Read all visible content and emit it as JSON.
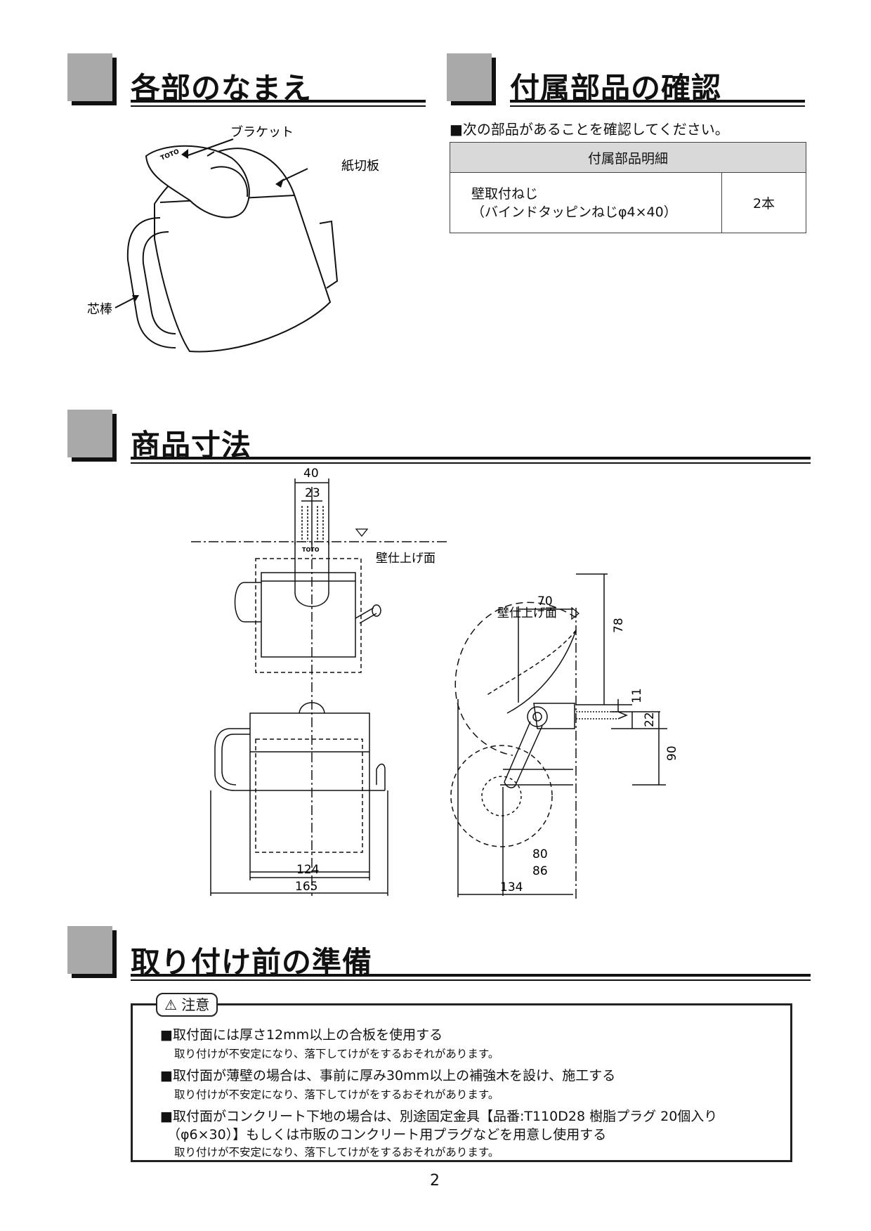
{
  "sections": {
    "names": {
      "title": "各部のなまえ"
    },
    "parts": {
      "title": "付属部品の確認"
    },
    "dimensions": {
      "title": "商品寸法"
    },
    "preparation": {
      "title": "取り付け前の準備"
    }
  },
  "names_diagram": {
    "labels": {
      "bracket": "ブラケット",
      "paper_cutter": "紙切板",
      "core_rod": "芯棒"
    },
    "logo": "TOTO"
  },
  "parts_check": {
    "intro": "■次の部品があることを確認してください。",
    "table_header": "付属部品明細",
    "item_name_line1": "壁取付ねじ",
    "item_name_line2": "（バインドタッピンねじφ4×40）",
    "item_qty": "2本"
  },
  "dimensions_diagram": {
    "wall_surface": "壁仕上げ面",
    "front": {
      "top_width": "40",
      "screw_spacing": "23",
      "inner_width": "124",
      "total_width": "165",
      "logo": "TOTO"
    },
    "side": {
      "d70": "70",
      "d78": "78",
      "d11": "11",
      "d22": "22",
      "d90": "90",
      "d80": "80",
      "d86": "86",
      "d134": "134"
    }
  },
  "caution": {
    "tag": "注意",
    "items": [
      {
        "main": "■取付面には厚さ12mm以上の合板を使用する",
        "sub": "取り付けが不安定になり、落下してけがをするおそれがあります。"
      },
      {
        "main": "■取付面が薄壁の場合は、事前に厚み30mm以上の補強木を設け、施工する",
        "sub": "取り付けが不安定になり、落下してけがをするおそれがあります。"
      },
      {
        "main": "■取付面がコンクリート下地の場合は、別途固定金具【品番:T110D28 樹脂プラグ 20個入り",
        "main2": "（φ6×30）】もしくは市販のコンクリート用プラグなどを用意し使用する",
        "sub": "取り付けが不安定になり、落下してけがをするおそれがあります。"
      }
    ]
  },
  "page_number": "2"
}
